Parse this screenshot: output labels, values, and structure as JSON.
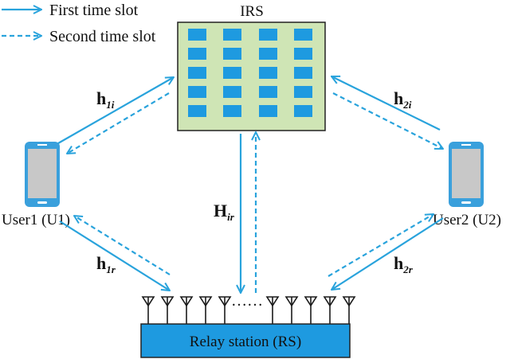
{
  "legend": {
    "first": "First time slot",
    "second": "Second time slot"
  },
  "irs": {
    "title": "IRS",
    "panel_color": "#cfe5b5",
    "element_color": "#1e9ae0"
  },
  "users": {
    "u1": "User1 (U1)",
    "u2": "User2 (U2)"
  },
  "relay": {
    "label": "Relay station (RS)",
    "color": "#1e9ae0",
    "dots": "……"
  },
  "channels": {
    "h1i": {
      "main": "h",
      "sub": "1i"
    },
    "h2i": {
      "main": "h",
      "sub": "2i"
    },
    "Hir": {
      "main": "H",
      "sub": "ir"
    },
    "h1r": {
      "main": "h",
      "sub": "1r"
    },
    "h2r": {
      "main": "h",
      "sub": "2r"
    }
  },
  "colors": {
    "arrow": "#29a3dc",
    "phone_body": "#3aa0dc",
    "phone_screen": "#c8c8c8"
  }
}
